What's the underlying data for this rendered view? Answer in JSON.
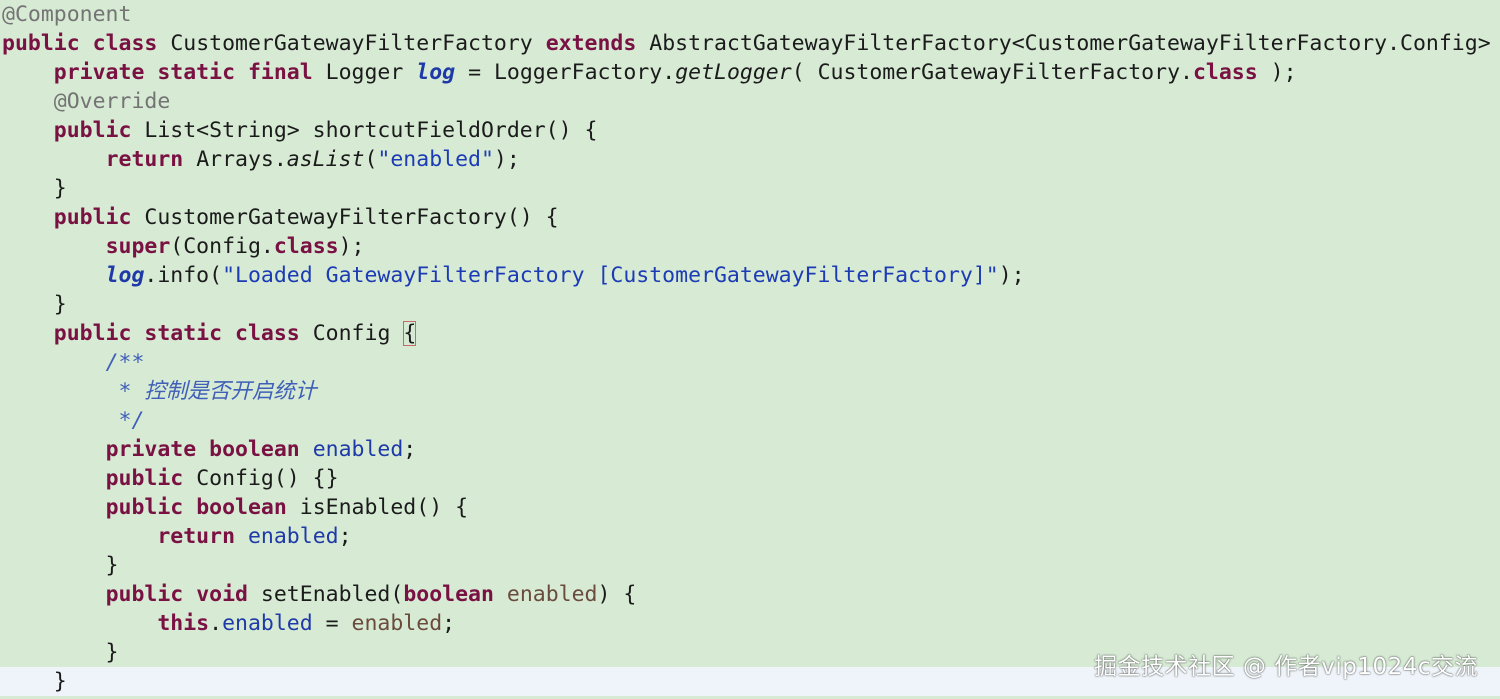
{
  "colors": {
    "background": "#d6ead4",
    "keyword": "#7a1143",
    "annotation": "#747474",
    "field": "#1f3aa8",
    "string": "#1c3bb5",
    "doc_comment": "#3f5fb8",
    "parameter": "#6a4b3c",
    "current_line": "#eef4f9"
  },
  "code": {
    "l1": {
      "ann": "@Component"
    },
    "l2": {
      "kw1": "public",
      "kw2": "class",
      "name": "CustomerGatewayFilterFactory",
      "kw3": "extends",
      "rest": "AbstractGatewayFilterFactory<CustomerGatewayFilterFactory.Config> {"
    },
    "l3": {
      "indent": "    ",
      "kw1": "private",
      "kw2": "static",
      "kw3": "final",
      "type": "Logger",
      "field": "log",
      "eq": " = LoggerFactory.",
      "method": "getLogger",
      "args": "( CustomerGatewayFilterFactory.",
      "kw4": "class",
      "end": " );"
    },
    "l4": {
      "indent": "    ",
      "ann": "@Override"
    },
    "l5": {
      "indent": "    ",
      "kw1": "public",
      "rest": "List<String> shortcutFieldOrder() {"
    },
    "l6": {
      "indent": "        ",
      "kw1": "return",
      "pre": "Arrays.",
      "method": "asList",
      "open": "(",
      "str": "\"enabled\"",
      "end": ");"
    },
    "l7": {
      "text": "    }"
    },
    "l8": {
      "indent": "    ",
      "kw1": "public",
      "rest": "CustomerGatewayFilterFactory() {"
    },
    "l9": {
      "indent": "        ",
      "kw1": "super",
      "mid": "(Config.",
      "kw2": "class",
      "end": ");"
    },
    "l10": {
      "indent": "        ",
      "field": "log",
      "mid": ".info(",
      "str": "\"Loaded GatewayFilterFactory [CustomerGatewayFilterFactory]\"",
      "end": ");"
    },
    "l11": {
      "text": "    }"
    },
    "l12": {
      "indent": "    ",
      "kw1": "public",
      "kw2": "static",
      "kw3": "class",
      "name": "Config",
      "brace": "{"
    },
    "l13": {
      "indent": "        ",
      "doc": "/**"
    },
    "l14": {
      "indent": "         ",
      "doc": "* 控制是否开启统计"
    },
    "l15": {
      "indent": "         ",
      "doc": "*/"
    },
    "l16": {
      "indent": "        ",
      "kw1": "private",
      "kw2": "boolean",
      "field": "enabled",
      "end": ";"
    },
    "l17": {
      "indent": "        ",
      "kw1": "public",
      "rest": "Config() {}"
    },
    "l18": {
      "indent": "        ",
      "kw1": "public",
      "kw2": "boolean",
      "rest": "isEnabled() {"
    },
    "l19": {
      "indent": "            ",
      "kw1": "return",
      "field": "enabled",
      "end": ";"
    },
    "l20": {
      "text": "        }"
    },
    "l21": {
      "indent": "        ",
      "kw1": "public",
      "kw2": "void",
      "mid": "setEnabled(",
      "kw3": "boolean",
      "param": "enabled",
      "end": ") {"
    },
    "l22": {
      "indent": "            ",
      "kw1": "this",
      "dot": ".",
      "field": "enabled",
      "eq": " = ",
      "param": "enabled",
      "end": ";"
    },
    "l23": {
      "text": "        }"
    },
    "l24": {
      "text": "    }"
    }
  },
  "watermark": "掘金技术社区 @ 作者vip1024c交流"
}
